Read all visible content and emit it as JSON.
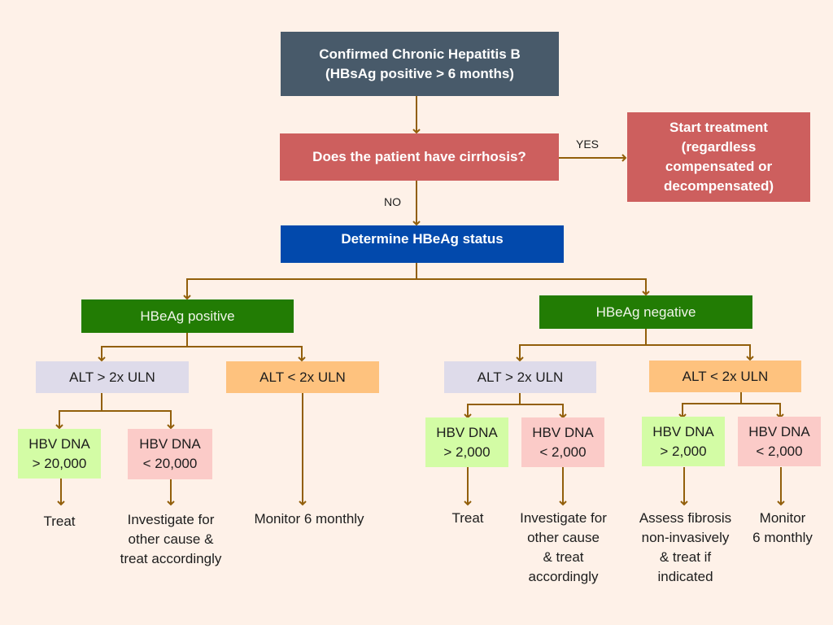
{
  "colors": {
    "background": "#fef1e8",
    "connector": "#925f0b",
    "start_box": "#485a6a",
    "decision_box": "#cd5f5e",
    "status_box": "#0249ac",
    "hbeag_box": "#227c04",
    "alt_high_box": "#dedbea",
    "alt_low_box": "#fec27e",
    "dna_high_box": "#d3fca5",
    "dna_low_box": "#fbcbc8"
  },
  "start": {
    "text": "Confirmed Chronic Hepatitis B\n(HBsAg positive > 6 months)"
  },
  "decision": {
    "text": "Does the patient have cirrhosis?"
  },
  "yes_label": "YES",
  "no_label": "NO",
  "yes_outcome": {
    "text": "Start treatment\n(regardless\ncompensated or\ndecompensated)"
  },
  "status": {
    "text": "Determine HBeAg status"
  },
  "positive": {
    "label": "HBeAg positive",
    "alt_high": "ALT > 2x ULN",
    "alt_low": "ALT < 2x ULN",
    "dna_high": "HBV DNA\n> 20,000",
    "dna_low": "HBV DNA\n< 20,000",
    "outcome_dna_high": "Treat",
    "outcome_dna_low": "Investigate for\nother cause &\ntreat accordingly",
    "outcome_alt_low": "Monitor 6 monthly"
  },
  "negative": {
    "label": "HBeAg negative",
    "alt_high": "ALT > 2x ULN",
    "alt_low": "ALT < 2x ULN",
    "alt_high_dna_high": "HBV DNA\n> 2,000",
    "alt_high_dna_low": "HBV DNA\n< 2,000",
    "alt_low_dna_high": "HBV DNA\n> 2,000",
    "alt_low_dna_low": "HBV DNA\n< 2,000",
    "outcome_alt_high_dna_high": "Treat",
    "outcome_alt_high_dna_low": "Investigate for\nother cause\n& treat\naccordingly",
    "outcome_alt_low_dna_high": "Assess fibrosis\nnon-invasively\n& treat if\nindicated",
    "outcome_alt_low_dna_low": "Monitor\n6 monthly"
  }
}
